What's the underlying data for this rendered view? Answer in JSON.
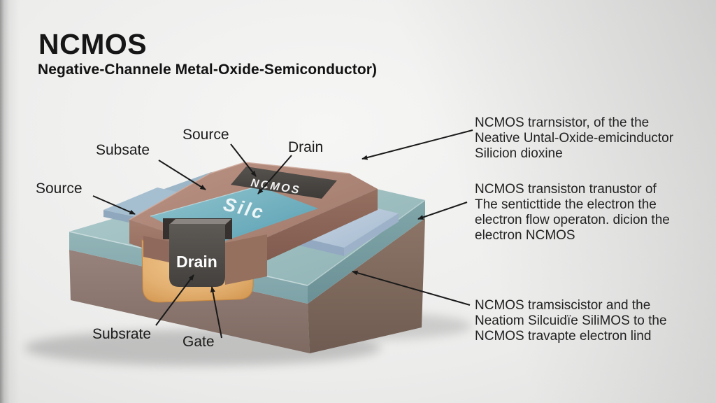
{
  "title": "NCMOS",
  "subtitle": "Negative-Channele Metal-Oxide-Semiconductor)",
  "diagram": {
    "labels": {
      "subsate_top": "Subsate",
      "source_top": "Source",
      "drain_top": "Drain",
      "source_left": "Source",
      "subsrate_bottom": "Subsrate",
      "gate_bottom": "Gate"
    },
    "chip_text": {
      "ncmos_plate": "NCMOS",
      "silc_surface": "Silc",
      "gate_block": "Drain"
    }
  },
  "annotations": [
    {
      "lines": [
        "NCMOS trarnsistor, of the the",
        "Neative Untal-Oxide-emicinductor",
        "Silicion dioxine"
      ]
    },
    {
      "lines": [
        "NCMOS transiston tranustor of",
        "The senticttide the electron the",
        "electron flow operaton. dicion the",
        "electron NCMOS"
      ]
    },
    {
      "lines": [
        "NCMOS tramsiscistor and the",
        "Neatiom Silcuidïe SiliMOS to the",
        "NCMOS travapte electron lind"
      ]
    }
  ],
  "colors": {
    "background": "#e9e9e8",
    "substrate": "#8a7265",
    "oxide_layer": "#9fbec0",
    "contact_pad": "#b7c9db",
    "well": "#e2ae6f",
    "gate_block": "#4a4643",
    "silc_surface": "#6fb0c0",
    "ncmos_plate": "#474340",
    "text": "#1a1a1a",
    "arrow": "#1a1a1a"
  }
}
